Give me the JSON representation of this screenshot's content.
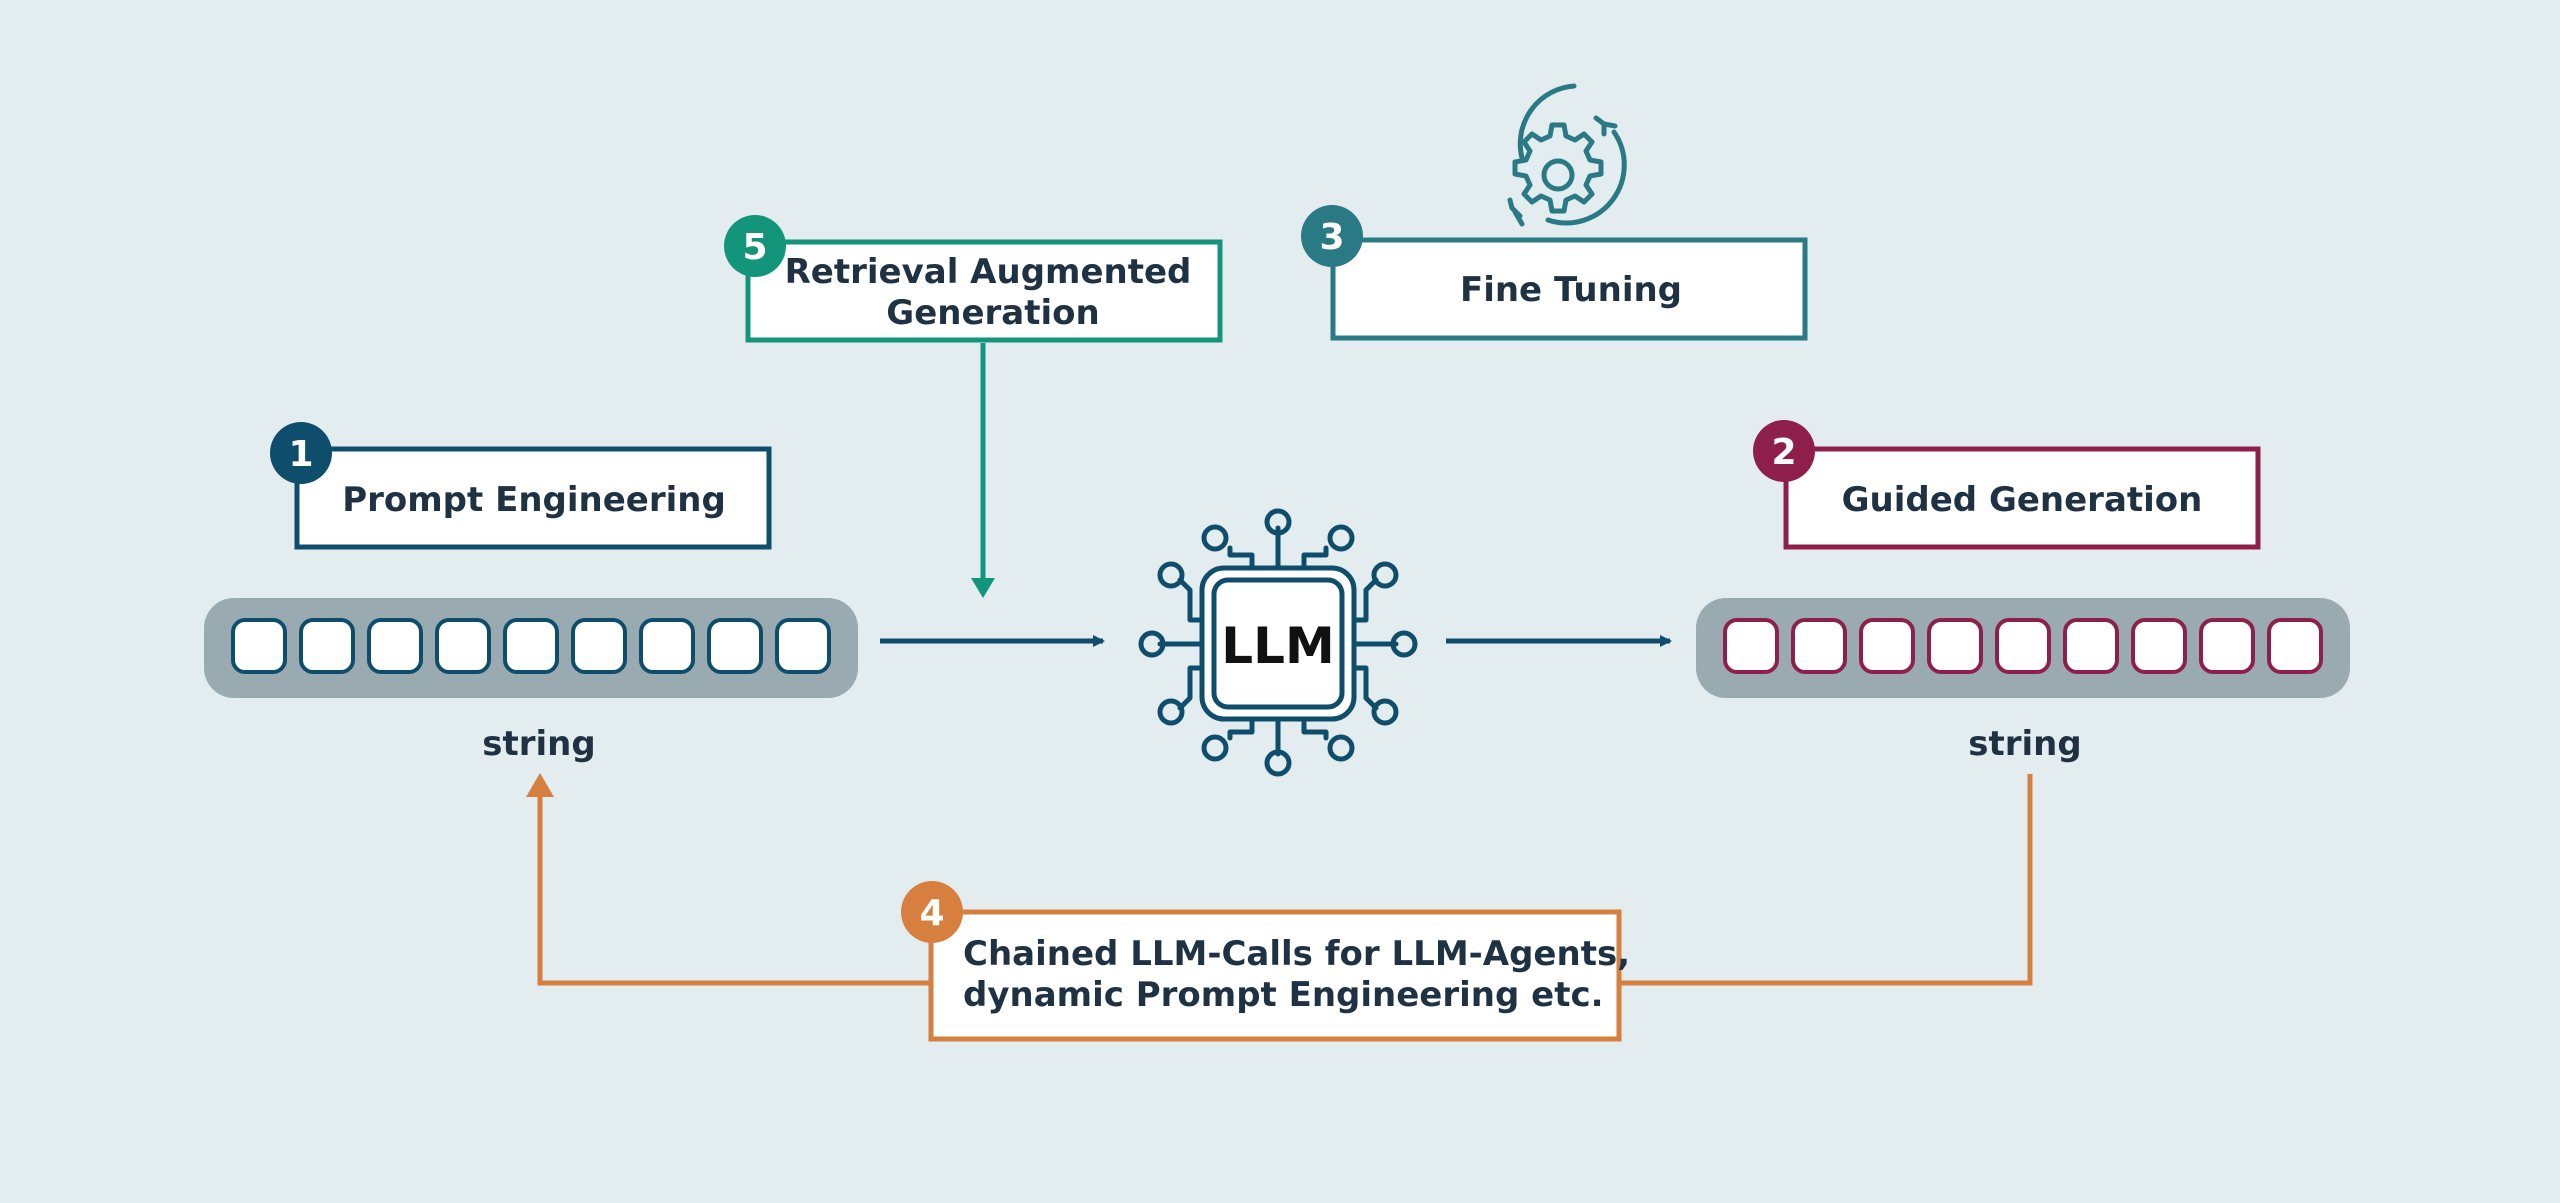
{
  "colors": {
    "background": "#e3ecef",
    "prompt_engineering": "#0e4d6b",
    "guided_generation": "#8e1f4b",
    "fine_tuning": "#2a7a86",
    "chained_calls": "#d67f3e",
    "rag": "#12957a",
    "string_bar": "#9aaab1",
    "text": "#1f3243"
  },
  "input": {
    "caption": "string",
    "token_count": 9
  },
  "output": {
    "caption": "string",
    "token_count": 9
  },
  "llm": {
    "label": "LLM",
    "icon": "chip-icon"
  },
  "steps": {
    "prompt_engineering": {
      "number": "1",
      "label": "Prompt Engineering"
    },
    "guided_generation": {
      "number": "2",
      "label": "Guided Generation"
    },
    "fine_tuning": {
      "number": "3",
      "label": "Fine Tuning",
      "icon": "gear-refresh-icon"
    },
    "chained_calls": {
      "number": "4",
      "label_line1": "Chained LLM-Calls for LLM-Agents,",
      "label_line2": "dynamic Prompt Engineering etc."
    },
    "rag": {
      "number": "5",
      "label_line1": "Retrieval Augmented",
      "label_line2": "Generation"
    }
  }
}
